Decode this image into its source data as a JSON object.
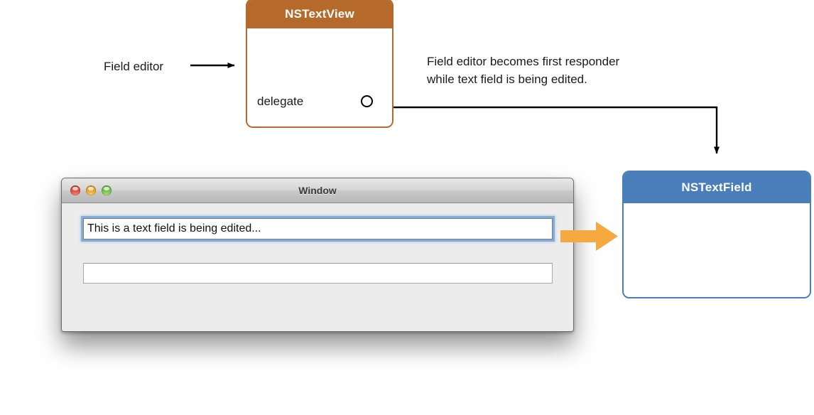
{
  "diagram": {
    "title_hint": "Field editor and text field delegate relationship",
    "textview_box": {
      "name": "NSTextView",
      "outlet_label": "delegate",
      "header_color": "#b5692a",
      "border_color": "#b5692a"
    },
    "textfield_box": {
      "name": "NSTextField",
      "header_color": "#4a7ebb",
      "border_color": "#4a7ebb"
    },
    "field_editor_callout": "Field editor",
    "responder_note": "Field editor becomes first responder\nwhile text field is being edited.",
    "connector_color": "#000000",
    "flow_arrow_color": "#f5a93f"
  },
  "window": {
    "title": "Window",
    "traffic_lights": [
      {
        "name": "close",
        "color": "#e2564b"
      },
      {
        "name": "minimize",
        "color": "#eeab35"
      },
      {
        "name": "zoom",
        "color": "#7dc251"
      }
    ],
    "fields": [
      {
        "value": "This is a text field is being edited...",
        "placeholder": "",
        "focused": true
      },
      {
        "value": "",
        "placeholder": "",
        "focused": false
      }
    ]
  }
}
